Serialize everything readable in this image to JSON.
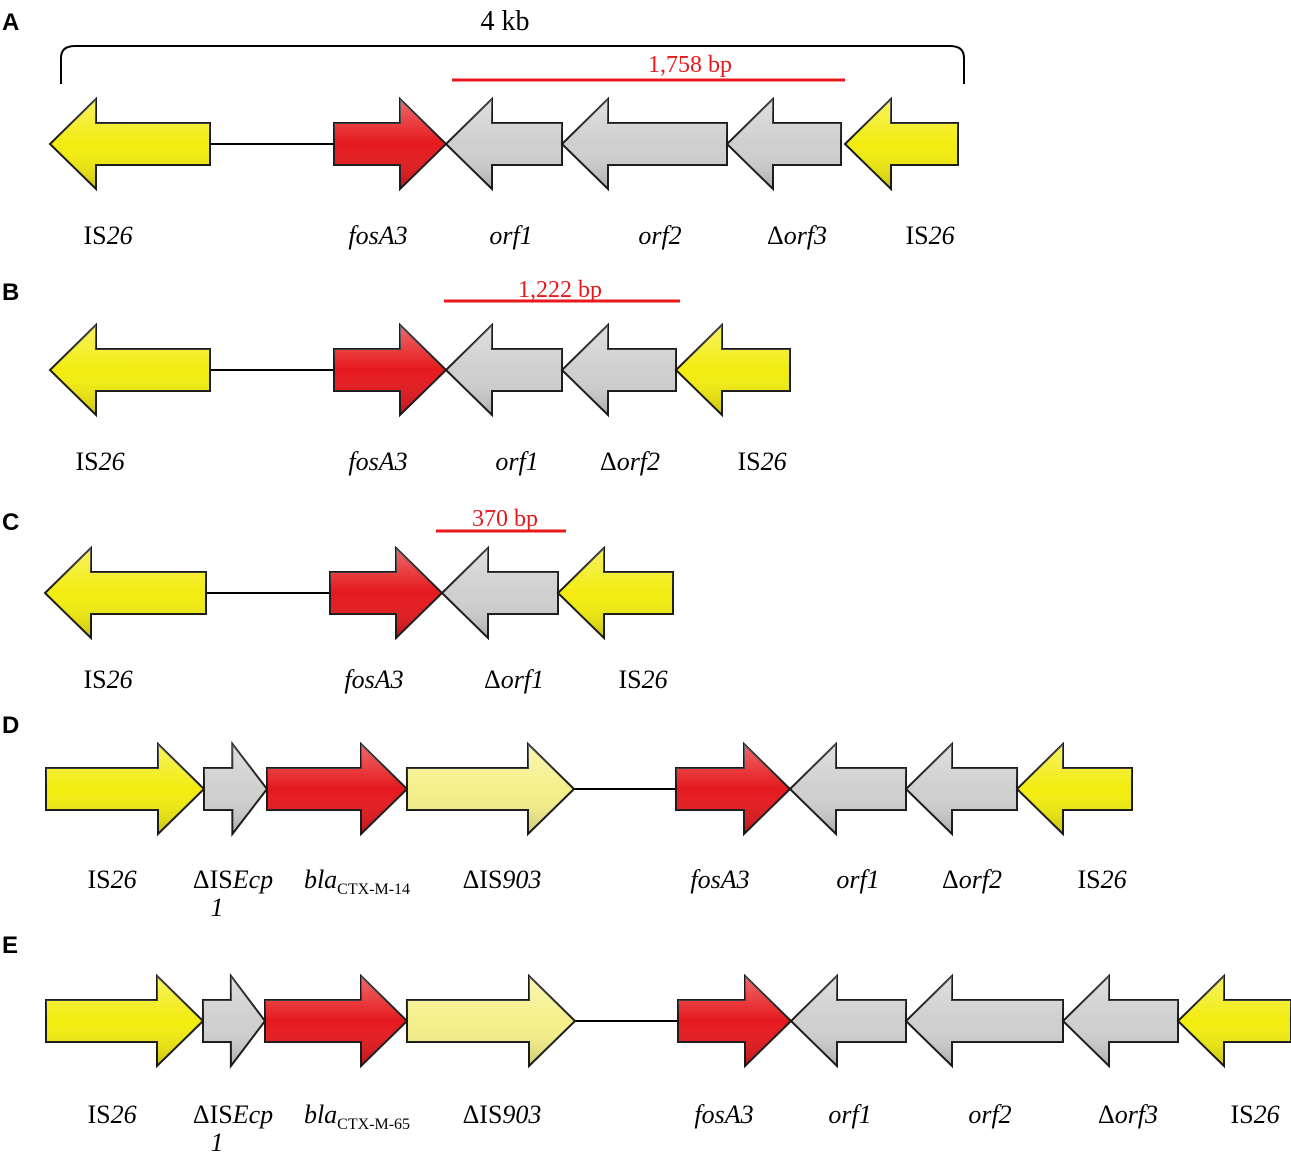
{
  "colors": {
    "is26": "#f2ec0f",
    "fosa3": "#e5191d",
    "orf": "#cfcfcf",
    "is903": "#f5f08a",
    "bracket": "#000000",
    "measure": "#e8191d"
  },
  "scale_label": "4 kb",
  "panels": [
    {
      "letter": "A",
      "measure_label": "1,758 bp",
      "genes": [
        {
          "label_parts": [
            {
              "t": "IS",
              "s": "n"
            },
            {
              "t": "26",
              "s": "i"
            }
          ],
          "color": "is26",
          "dir": "left"
        },
        {
          "label_parts": [
            {
              "t": "fosA3",
              "s": "i"
            }
          ],
          "color": "fosa3",
          "dir": "right"
        },
        {
          "label_parts": [
            {
              "t": "orf1",
              "s": "i"
            }
          ],
          "color": "orf",
          "dir": "left"
        },
        {
          "label_parts": [
            {
              "t": "orf2",
              "s": "i"
            }
          ],
          "color": "orf",
          "dir": "left"
        },
        {
          "label_parts": [
            {
              "t": "Δ",
              "s": "n"
            },
            {
              "t": "orf3",
              "s": "i"
            }
          ],
          "color": "orf",
          "dir": "left"
        },
        {
          "label_parts": [
            {
              "t": "IS",
              "s": "n"
            },
            {
              "t": "26",
              "s": "i"
            }
          ],
          "color": "is26",
          "dir": "left"
        }
      ]
    },
    {
      "letter": "B",
      "measure_label": "1,222 bp",
      "genes": [
        {
          "label_parts": [
            {
              "t": "IS",
              "s": "n"
            },
            {
              "t": "26",
              "s": "i"
            }
          ],
          "color": "is26",
          "dir": "left"
        },
        {
          "label_parts": [
            {
              "t": "fosA3",
              "s": "i"
            }
          ],
          "color": "fosa3",
          "dir": "right"
        },
        {
          "label_parts": [
            {
              "t": "orf1",
              "s": "i"
            }
          ],
          "color": "orf",
          "dir": "left"
        },
        {
          "label_parts": [
            {
              "t": "Δ",
              "s": "n"
            },
            {
              "t": "orf2",
              "s": "i"
            }
          ],
          "color": "orf",
          "dir": "left"
        },
        {
          "label_parts": [
            {
              "t": "IS",
              "s": "n"
            },
            {
              "t": "26",
              "s": "i"
            }
          ],
          "color": "is26",
          "dir": "left"
        }
      ]
    },
    {
      "letter": "C",
      "measure_label": "370 bp",
      "genes": [
        {
          "label_parts": [
            {
              "t": "IS",
              "s": "n"
            },
            {
              "t": "26",
              "s": "i"
            }
          ],
          "color": "is26",
          "dir": "left"
        },
        {
          "label_parts": [
            {
              "t": "fosA3",
              "s": "i"
            }
          ],
          "color": "fosa3",
          "dir": "right"
        },
        {
          "label_parts": [
            {
              "t": "Δ",
              "s": "n"
            },
            {
              "t": "orf1",
              "s": "i"
            }
          ],
          "color": "orf",
          "dir": "left"
        },
        {
          "label_parts": [
            {
              "t": "IS",
              "s": "n"
            },
            {
              "t": "26",
              "s": "i"
            }
          ],
          "color": "is26",
          "dir": "left"
        }
      ]
    },
    {
      "letter": "D",
      "measure_label": "",
      "genes": [
        {
          "label_parts": [
            {
              "t": "IS",
              "s": "n"
            },
            {
              "t": "26",
              "s": "i"
            }
          ],
          "color": "is26",
          "dir": "right"
        },
        {
          "label_parts": [
            {
              "t": "ΔIS",
              "s": "n"
            },
            {
              "t": "Ecp",
              "s": "i"
            }
          ],
          "label_line2": "1",
          "color": "orf",
          "dir": "right"
        },
        {
          "label_parts": [
            {
              "t": "bla",
              "s": "i"
            },
            {
              "t": "CTX-M-14",
              "s": "sub"
            }
          ],
          "color": "fosa3",
          "dir": "right"
        },
        {
          "label_parts": [
            {
              "t": "ΔIS",
              "s": "n"
            },
            {
              "t": "903",
              "s": "i"
            }
          ],
          "color": "is903",
          "dir": "right"
        },
        {
          "label_parts": [
            {
              "t": "fosA3",
              "s": "i"
            }
          ],
          "color": "fosa3",
          "dir": "right"
        },
        {
          "label_parts": [
            {
              "t": "orf1",
              "s": "i"
            }
          ],
          "color": "orf",
          "dir": "left"
        },
        {
          "label_parts": [
            {
              "t": "Δ",
              "s": "n"
            },
            {
              "t": "orf2",
              "s": "i"
            }
          ],
          "color": "orf",
          "dir": "left"
        },
        {
          "label_parts": [
            {
              "t": "IS",
              "s": "n"
            },
            {
              "t": "26",
              "s": "i"
            }
          ],
          "color": "is26",
          "dir": "left"
        }
      ]
    },
    {
      "letter": "E",
      "measure_label": "",
      "genes": [
        {
          "label_parts": [
            {
              "t": "IS",
              "s": "n"
            },
            {
              "t": "26",
              "s": "i"
            }
          ],
          "color": "is26",
          "dir": "right"
        },
        {
          "label_parts": [
            {
              "t": "ΔIS",
              "s": "n"
            },
            {
              "t": "Ecp",
              "s": "i"
            }
          ],
          "label_line2": "1",
          "color": "orf",
          "dir": "right"
        },
        {
          "label_parts": [
            {
              "t": "bla",
              "s": "i"
            },
            {
              "t": "CTX-M-65",
              "s": "sub"
            }
          ],
          "color": "fosa3",
          "dir": "right"
        },
        {
          "label_parts": [
            {
              "t": "ΔIS",
              "s": "n"
            },
            {
              "t": "903",
              "s": "i"
            }
          ],
          "color": "is903",
          "dir": "right"
        },
        {
          "label_parts": [
            {
              "t": "fosA3",
              "s": "i"
            }
          ],
          "color": "fosa3",
          "dir": "right"
        },
        {
          "label_parts": [
            {
              "t": "orf1",
              "s": "i"
            }
          ],
          "color": "orf",
          "dir": "left"
        },
        {
          "label_parts": [
            {
              "t": "orf2",
              "s": "i"
            }
          ],
          "color": "orf",
          "dir": "left"
        },
        {
          "label_parts": [
            {
              "t": "Δ",
              "s": "n"
            },
            {
              "t": "orf3",
              "s": "i"
            }
          ],
          "color": "orf",
          "dir": "left"
        },
        {
          "label_parts": [
            {
              "t": "IS",
              "s": "n"
            },
            {
              "t": "26",
              "s": "i"
            }
          ],
          "color": "is26",
          "dir": "left"
        }
      ]
    }
  ]
}
